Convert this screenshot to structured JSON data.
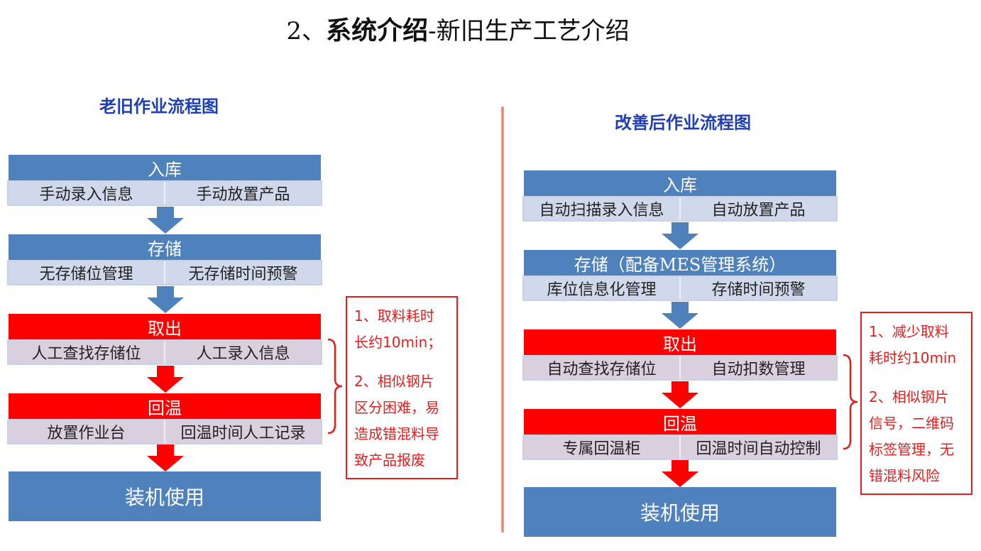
{
  "title": {
    "prefix": "2、",
    "main": "系统介绍",
    "suffix": "-新旧生产工艺介绍"
  },
  "colors": {
    "blue_header": "#4f81bd",
    "red_header": "#ff0000",
    "blue_row": "#d0d9eb",
    "red_row": "#dacfdc",
    "note_red": "#e01f1f",
    "subhead": "#1f3fb6"
  },
  "left": {
    "heading": "老旧作业流程图",
    "steps": [
      {
        "name": "入库",
        "color": "blue",
        "items": [
          "手动录入信息",
          "手动放置产品"
        ]
      },
      {
        "name": "存储",
        "color": "blue",
        "items": [
          "无存储位管理",
          "无存储时间预警"
        ]
      },
      {
        "name": "取出",
        "color": "red",
        "items": [
          "人工查找存储位",
          "人工录入信息"
        ]
      },
      {
        "name": "回温",
        "color": "red",
        "items": [
          "放置作业台",
          "回温时间人工记录"
        ]
      }
    ],
    "final": "装机使用",
    "note": {
      "lines": [
        "1、取料耗时",
        "长约10min；",
        "2、相似钢片",
        "区分困难，易",
        "造成错混料导",
        "致产品报废"
      ]
    }
  },
  "right": {
    "heading": "改善后作业流程图",
    "steps": [
      {
        "name": "入库",
        "color": "blue",
        "items": [
          "自动扫描录入信息",
          "自动放置产品"
        ]
      },
      {
        "name": "存储（配备MES管理系统）",
        "color": "blue",
        "items": [
          "库位信息化管理",
          "存储时间预警"
        ]
      },
      {
        "name": "取出",
        "color": "red",
        "items": [
          "自动查找存储位",
          "自动扣数管理"
        ]
      },
      {
        "name": "回温",
        "color": "red",
        "items": [
          "专属回温柜",
          "回温时间自动控制"
        ]
      }
    ],
    "final": "装机使用",
    "note": {
      "lines": [
        "1、减少取料",
        "耗时约10min",
        "2、相似钢片",
        "信号，二维码",
        "标签管理，无",
        "错混料风险"
      ]
    }
  }
}
